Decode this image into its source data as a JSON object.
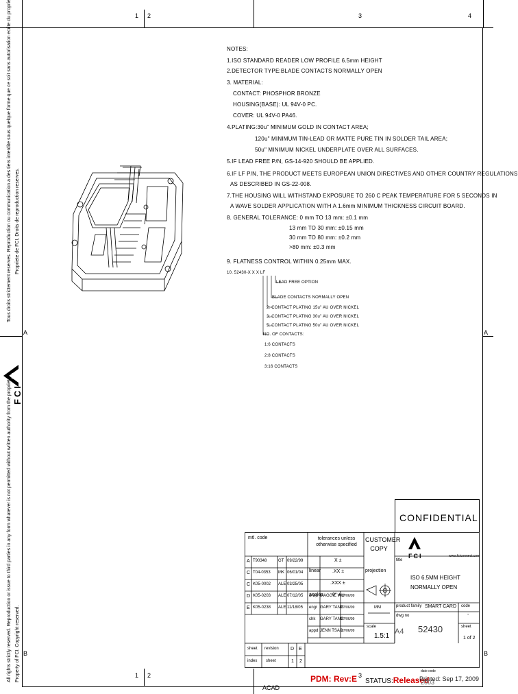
{
  "zones": {
    "top": [
      "1",
      "2",
      "3",
      "4"
    ],
    "bottom": [
      "1",
      "2",
      "3"
    ],
    "left": [
      "A",
      "B"
    ],
    "right": [
      "A",
      "B"
    ]
  },
  "side_text": {
    "copyright_1": "Tous droits strictement reserves. Reproduction ou communication a des tiers interdite sous quelque forme que ce soit sans autorisation ecrite du proprietaire.",
    "copyright_2": "All rights strictly reserved. Reproduction or issue to third parties in any form whatever is not permitted without written authority from the proprietor.",
    "copyright_3": "Propriete de FCI. Droits de reproduction reserves.",
    "copyright_4": "Property of FCI. Copyright reserved.",
    "logo_text": "FCI"
  },
  "notes": {
    "header": "NOTES:",
    "n1": "1.ISO STANDARD READER LOW PROFILE 6.5mm HEIGHT",
    "n2": "2.DETECTOR TYPE:BLADE CONTACTS NORMALLY OPEN",
    "n3": "3. MATERIAL:",
    "n3a": "CONTACT: PHOSPHOR BRONZE",
    "n3b": "HOUSING(BASE): UL 94V-0 PC.",
    "n3c": "COVER: UL 94V-0 PA46.",
    "n4": "4.PLATING:30u\" MINIMUM GOLD IN CONTACT AREA;",
    "n4a": "120u\" MINIMUM TIN-LEAD OR MATTE PURE TIN IN SOLDER TAIL AREA;",
    "n4b": "50u\" MINIMUM NICKEL UNDERPLATE OVER ALL SURFACES.",
    "n5": "5.IF LEAD FREE P/N, GS-14-920 SHOULD BE APPLIED.",
    "n6": "6.IF LF P/N, THE PRODUCT MEETS EUROPEAN UNION DIRECTIVES AND OTHER COUNTRY REGULATIONS",
    "n6a": "AS DESCRIBED IN GS-22-008.",
    "n7": "7.THE HOUSING WILL WITHSTAND EXPOSURE TO 260 C PEAK TEMPERATURE FOR 5 SECONDS IN",
    "n7a": "A WAVE SOLDER APPLICATION WITH A 1.6mm MINIMUM THICKNESS CIRCUIT BOARD.",
    "n8": "8. GENERAL TOLERANCE: 0 mm TO 13 mm: ±0.1 mm",
    "n8a": "13 mm TO 30 mm: ±0.15 mm",
    "n8b": "30 mm TO 80 mm: ±0.2 mm",
    "n8c": ">80 mm: ±0.3 mm",
    "n9": "9. FLATNESS CONTROL WITHIN 0.25mm MAX.",
    "n10": "10. 52430-X X X LF",
    "o1": "LEAD FREE OPTION",
    "o2": "BLADE CONTACTS NORMALLY OPEN",
    "o3": "2: CONTACT PLATING 15u\" AU OVER NICKEL",
    "o4": "3: CONTACT PLATING 30u\" AU OVER NICKEL",
    "o5": "5: CONTACT PLATING 50u\" AU OVER NICKEL",
    "o6": "NO. OF CONTACTS:",
    "o7": "1:6 CONTACTS",
    "o8": "2:8 CONTACTS",
    "o9": "3:16 CONTACTS"
  },
  "title_block": {
    "confidential": "CONFIDENTIAL",
    "mtl": "mtl. code",
    "tolerances": "tolerances unless otherwise specified",
    "customer": "CUSTOMER COPY",
    "x_tol": "X ±",
    "xx_tol": ".XX ±",
    "xxx_tol": ".XXX ±",
    "angles": "angles",
    "angle_val": "0° ±",
    "linear": "linear",
    "projection": "projection",
    "rev_rows": [
      {
        "rev": "A",
        "ecn": "T90348",
        "by": "GT",
        "date": "09/22/99"
      },
      {
        "rev": "C",
        "ecn": "T04-0353",
        "by": "MK",
        "date": "06/01/04"
      },
      {
        "rev": "C",
        "ecn": "K05-0002",
        "by": "ALE",
        "date": "03/25/05"
      },
      {
        "rev": "D",
        "ecn": "K05-0203",
        "by": "ALE",
        "date": "07/12/05"
      },
      {
        "rev": "E",
        "ecn": "K05-0238",
        "by": "ALE",
        "date": "11/18/05"
      }
    ],
    "drwn_label": "drwn",
    "drwn_name": "MAGGIE WU",
    "drwn_date": "07/06/99",
    "engr_label": "engr",
    "engr_name": "GARY TANG",
    "engr_date": "07/06/99",
    "chk_label": "chk",
    "chk_name": "GARY TANG",
    "chk_date": "07/06/99",
    "appd_label": "appd",
    "appd_name": "JENN TSAO",
    "appd_date": "07/06/99",
    "units": "MM",
    "scale_label": "scale",
    "scale_val": "1.5:1",
    "size": "A4",
    "website": "www.fciconnect.com",
    "logo_text": "FCI",
    "title_label": "title",
    "title_line1": "ISO 6.5MM HEIGHT",
    "title_line2": "NORMALLY OPEN",
    "product_family_label": "product family",
    "product_family": "SMART CARD",
    "code_label": "code",
    "code_val": "-",
    "dwg_label": "dwg no",
    "dwg_no": "52430",
    "sheet_label": "sheet",
    "sheet_val": "1 of 2",
    "sheet_rev_header": [
      "sheet",
      "revision",
      "D",
      "E"
    ],
    "index_row": [
      "index",
      "sheet",
      "1",
      "2"
    ],
    "acad": "ACAD",
    "pdm": "PDM: Rev:E",
    "status": "STATUS:Released",
    "date_code_label": "date code",
    "printed": "Printed: Sep 17, 2009",
    "sheet_code": "2003"
  }
}
